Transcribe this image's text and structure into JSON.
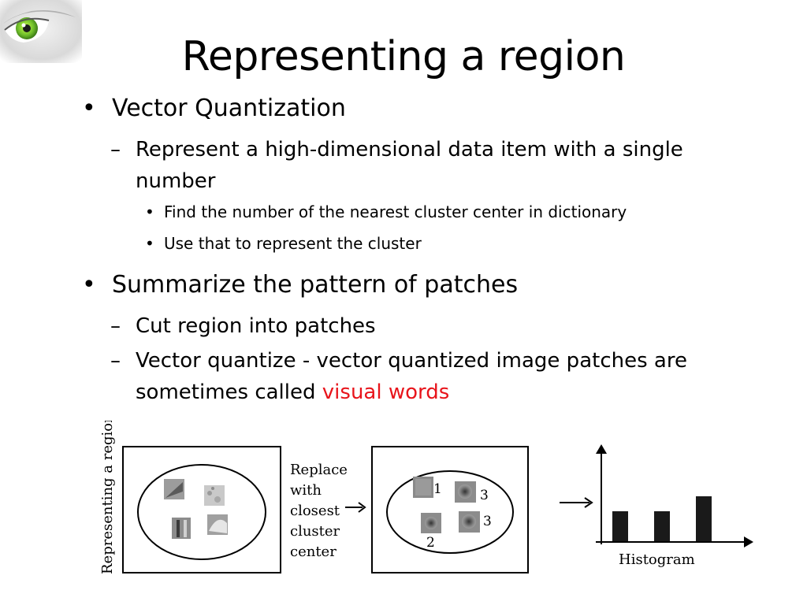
{
  "slide": {
    "title": "Representing a region",
    "bullets": [
      {
        "text": "Vector Quantization",
        "children": [
          {
            "text": "Represent a high-dimensional data item with a single number",
            "children": [
              {
                "text": "Find the number of the nearest cluster center in dictionary"
              },
              {
                "text": "Use that to represent the cluster"
              }
            ]
          }
        ]
      },
      {
        "text": "Summarize the pattern of patches",
        "children": [
          {
            "text": "Cut region into patches"
          },
          {
            "text": "Vector quantize - vector quantized image patches are sometimes called ",
            "highlight": "visual words"
          }
        ]
      }
    ]
  },
  "markers": {
    "l1": "•",
    "l2": "–",
    "l3": "•"
  },
  "colors": {
    "highlight": "#e8141b",
    "text": "#000000"
  },
  "figure": {
    "side_label": "Representing a region",
    "replace_lines": [
      "Replace",
      "with",
      "closest",
      "cluster",
      "center"
    ],
    "cluster_numbers": [
      "1",
      "3",
      "3",
      "2"
    ],
    "histogram_label": "Histogram",
    "histogram_values": [
      2,
      2,
      3
    ]
  },
  "logo": {
    "icon": "eye-icon"
  }
}
